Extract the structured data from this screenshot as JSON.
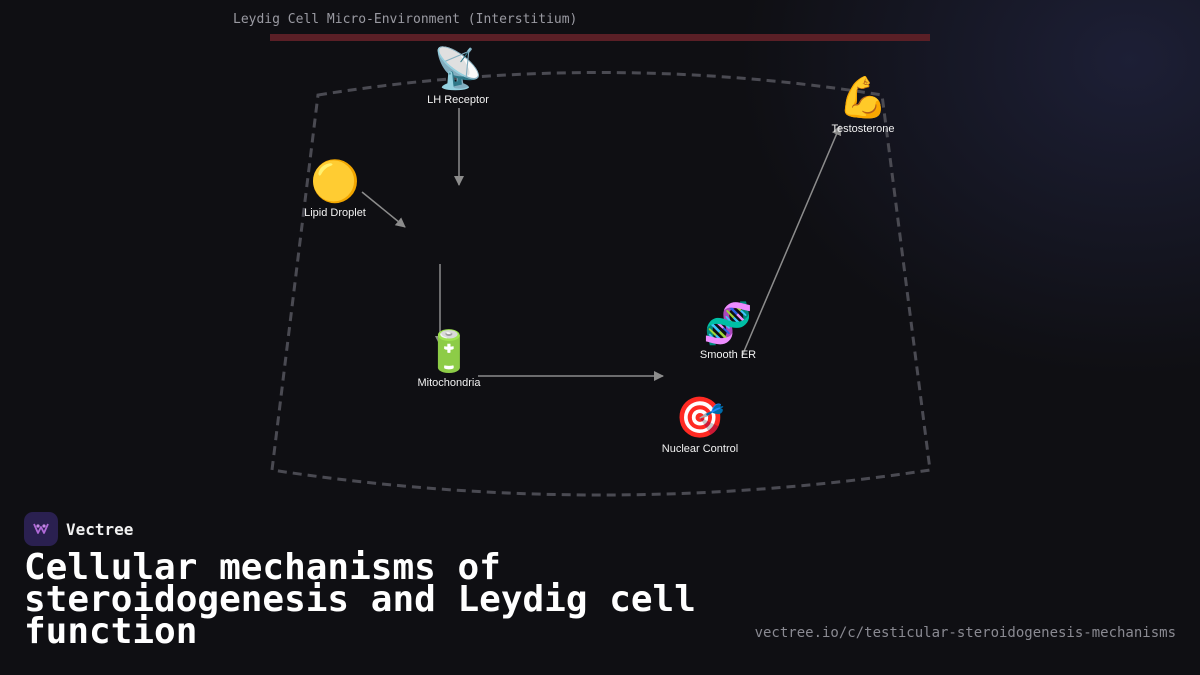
{
  "diagram": {
    "title": "Leydig Cell Micro-Environment (Interstitium)",
    "nodes": [
      {
        "id": "lh-receptor",
        "label": "LH Receptor",
        "icon": "satellite-dish-icon",
        "glyph": "📡"
      },
      {
        "id": "testosterone",
        "label": "Testosterone",
        "icon": "flexed-biceps-icon",
        "glyph": "💪"
      },
      {
        "id": "lipid-droplet",
        "label": "Lipid Droplet",
        "icon": "yellow-circle-icon",
        "glyph": "🟡"
      },
      {
        "id": "smooth-er",
        "label": "Smooth ER",
        "icon": "dna-icon",
        "glyph": "🧬"
      },
      {
        "id": "mitochondria",
        "label": "Mitochondria",
        "icon": "battery-icon",
        "glyph": "🔋"
      },
      {
        "id": "nuclear-control",
        "label": "Nuclear Control",
        "icon": "target-icon",
        "glyph": "🎯"
      }
    ],
    "edges": [
      {
        "from": "lh-receptor",
        "to": "cholesterol-transport"
      },
      {
        "from": "lipid-droplet",
        "to": "cholesterol-transport"
      },
      {
        "from": "cholesterol-transport",
        "to": "mitochondria"
      },
      {
        "from": "mitochondria",
        "to": "smooth-er"
      },
      {
        "from": "smooth-er",
        "to": "testosterone"
      }
    ],
    "colors": {
      "boundary": "#4a4a52",
      "arrow": "#8c8c8c",
      "header_bar": "#5a1f26"
    }
  },
  "brand": {
    "name": "Vectree",
    "logo_icon": "vectree-logo-icon"
  },
  "footer": {
    "title": "Cellular mechanisms of steroidogenesis and Leydig cell function",
    "url": "vectree.io/c/testicular-steroidogenesis-mechanisms"
  }
}
